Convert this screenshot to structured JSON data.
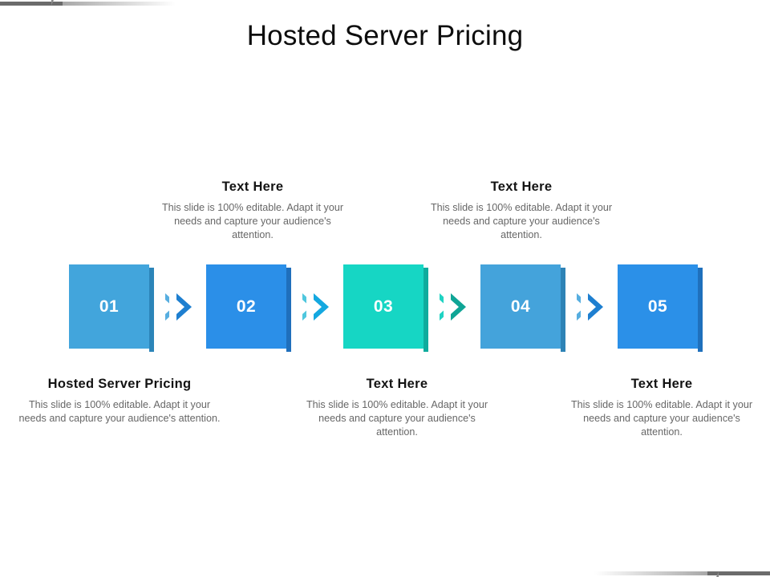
{
  "slide": {
    "title": "Hosted Server Pricing",
    "background_color": "#ffffff"
  },
  "frame": {
    "mark_color": "#6b6b6b"
  },
  "body_text": "This slide is 100% editable. Adapt it your needs and capture your audience's attention.",
  "text_blocks": {
    "top": [
      {
        "heading": "Text Here",
        "body": "This slide is 100% editable. Adapt it your needs and capture your audience's attention."
      },
      {
        "heading": "Text Here",
        "body": "This slide is 100% editable. Adapt it your needs and capture your audience's attention."
      }
    ],
    "bottom": [
      {
        "heading": "Hosted Server Pricing",
        "body": "This slide is 100% editable. Adapt it your needs and capture your audience's attention."
      },
      {
        "heading": "Text Here",
        "body": "This slide is 100% editable. Adapt it your needs and capture your audience's attention."
      },
      {
        "heading": "Text Here",
        "body": "This slide is 100% editable. Adapt it your needs and capture your audience's attention."
      }
    ]
  },
  "process": {
    "steps": [
      {
        "number": "01",
        "face_color": "#42A5DC",
        "shade_color": "#2C85B9"
      },
      {
        "number": "02",
        "face_color": "#2B8FE8",
        "shade_color": "#1F6FBC"
      },
      {
        "number": "03",
        "face_color": "#16D6C4",
        "shade_color": "#0EAB9D"
      },
      {
        "number": "04",
        "face_color": "#44A3DB",
        "shade_color": "#2E83B6"
      },
      {
        "number": "05",
        "face_color": "#2B90E8",
        "shade_color": "#1F70BC"
      }
    ],
    "arrows": [
      {
        "back_color": "#57AEE0",
        "front_color": "#1E7FD0"
      },
      {
        "back_color": "#4FC7DE",
        "front_color": "#14A8E0"
      },
      {
        "back_color": "#1FD3C3",
        "front_color": "#0FA596"
      },
      {
        "back_color": "#57AEE0",
        "front_color": "#1E7FD0"
      }
    ]
  }
}
